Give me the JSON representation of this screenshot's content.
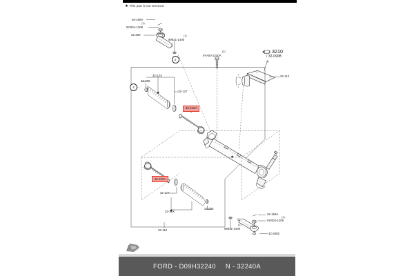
{
  "sheet": {
    "note": "This part is not serviced",
    "note_icon": "star-icon"
  },
  "footer": {
    "left_text": "FORD - D09H32240",
    "right_text": "N - 32240A"
  },
  "callouts": {
    "tie_rod_end_upper": "32-280",
    "tie_rod_end_lower": "32-280Z",
    "nut_upper": "26-169A",
    "nut_lower": "26-169A",
    "bolt_upper": "9YB04-1208",
    "bolt_lower": "9YB04-1208",
    "bolt_upper_qty": "(1)",
    "bolt_lower_qty": "(1)",
    "cotter_upper": "99921-1400",
    "cotter_lower": "99921-1400",
    "cotter_upper_qty": "(1)",
    "cotter_lower_qty": "(1)",
    "mount_bolt": "9YA00-1240A",
    "mount_bolt_qty": "(2)",
    "group_3210": "3210",
    "group_3210_sub": "/ 32-090B",
    "bracket": "32-112",
    "clamp_upper": "32-12X",
    "clamp_lower": "32-12X",
    "band_upper": "32-085",
    "band_lower": "32-085",
    "boot_upper": "32-127",
    "boot_lower": "32-127",
    "inner_tie_rod_upper": "32-240A",
    "inner_tie_rod_lower": "32-240A",
    "gear_assembly": "32-110",
    "index_upper": "2",
    "index_lower": "2"
  }
}
